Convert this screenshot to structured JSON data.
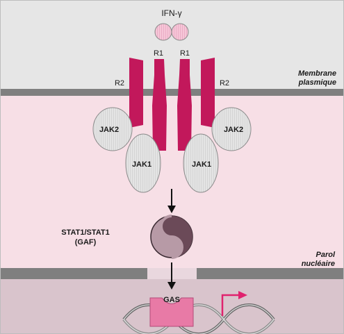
{
  "labels": {
    "ligand": "IFN-γ",
    "r1_left": "R1",
    "r1_right": "R1",
    "r2_left": "R2",
    "r2_right": "R2",
    "membrane_line1": "Membrane",
    "membrane_line2": "plasmique",
    "jak2_left": "JAK2",
    "jak2_right": "JAK2",
    "jak1_left": "JAK1",
    "jak1_right": "JAK1",
    "stat_line1": "STAT1/STAT1",
    "stat_line2": "(GAF)",
    "nuclear_line1": "Parol",
    "nuclear_line2": "nucléaire",
    "gas": "GAS"
  },
  "colors": {
    "extracellular": "#e6e6e6",
    "membrane": "#7f7f7f",
    "cytoplasm": "#f7dfe6",
    "nucleus": "#d9c4cc",
    "receptor": "#c2185b",
    "jak_fill": "#e2e2e2",
    "ligand_fill": "#f5c3d6",
    "stat_dark": "#6b4a58",
    "stat_light": "#b79aa6",
    "gas_fill": "#e87aa6",
    "arrow_accent": "#e0226e"
  }
}
